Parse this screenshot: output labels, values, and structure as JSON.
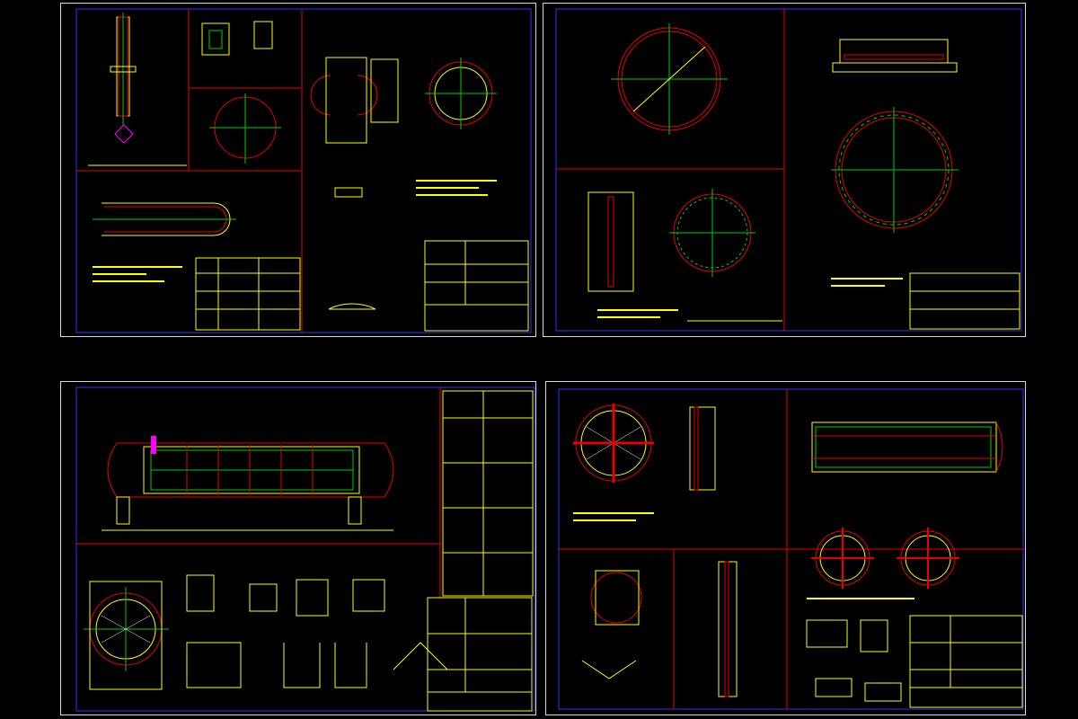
{
  "sheets": [
    {
      "id": "sheet-1-shell-and-nozzle-details"
    },
    {
      "id": "sheet-2-flange-and-ring-details"
    },
    {
      "id": "sheet-3-heat-exchanger-assembly"
    },
    {
      "id": "sheet-4-tube-bundle-and-baffles"
    }
  ],
  "colors": {
    "background": "#000000",
    "frame": "#3030ff",
    "border": "#e80000",
    "lines": "#ffff00",
    "centerlines": "#00d000",
    "highlights": "#ff00ff",
    "sheet_edge": "#d8d8d8"
  }
}
